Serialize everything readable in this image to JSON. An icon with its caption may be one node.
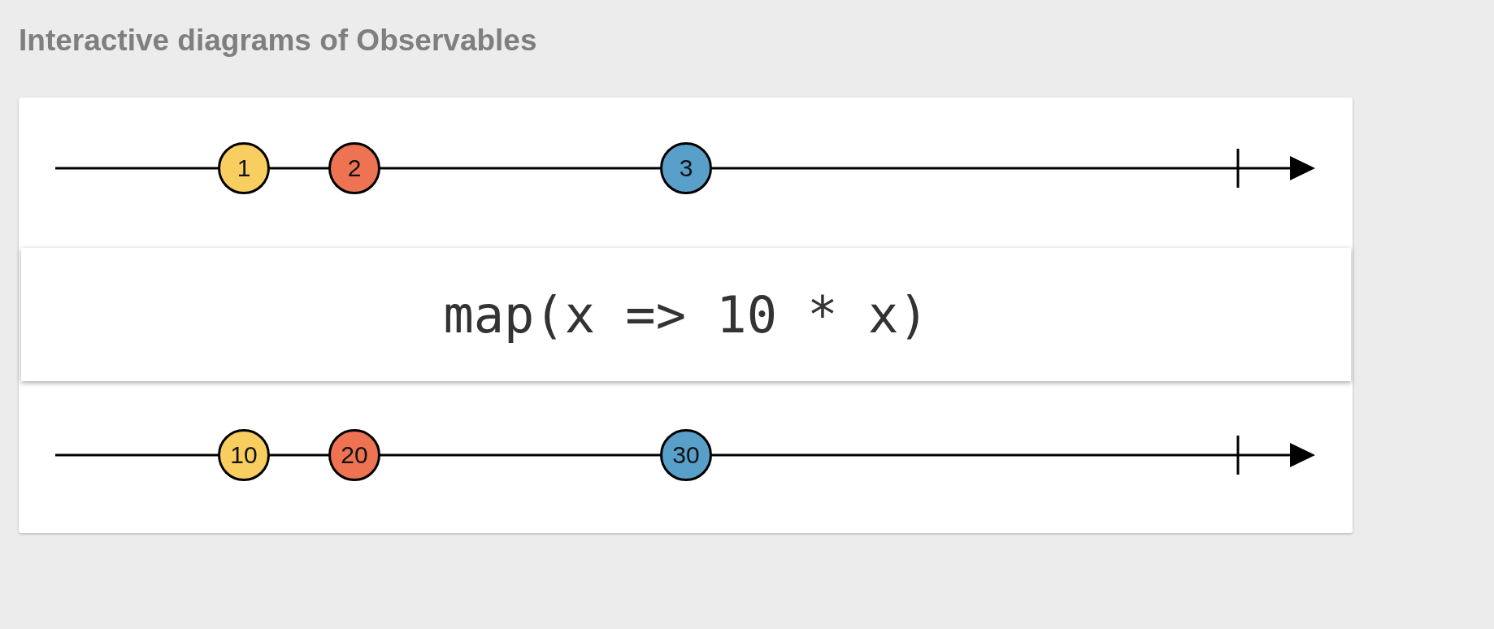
{
  "diagram": {
    "title": "Interactive diagrams of Observables",
    "nodes": [
      {
        "text": [
          "1"
        ]
      },
      {
        "text": [
          "2"
        ]
      },
      {
        "text": [
          "3"
        ]
      },
      {
        "text": [
          "map(x => 10 * x)"
        ]
      },
      {
        "text": [
          "10"
        ]
      },
      {
        "text": [
          "20"
        ]
      },
      {
        "text": [
          "30"
        ]
      }
    ]
  }
}
